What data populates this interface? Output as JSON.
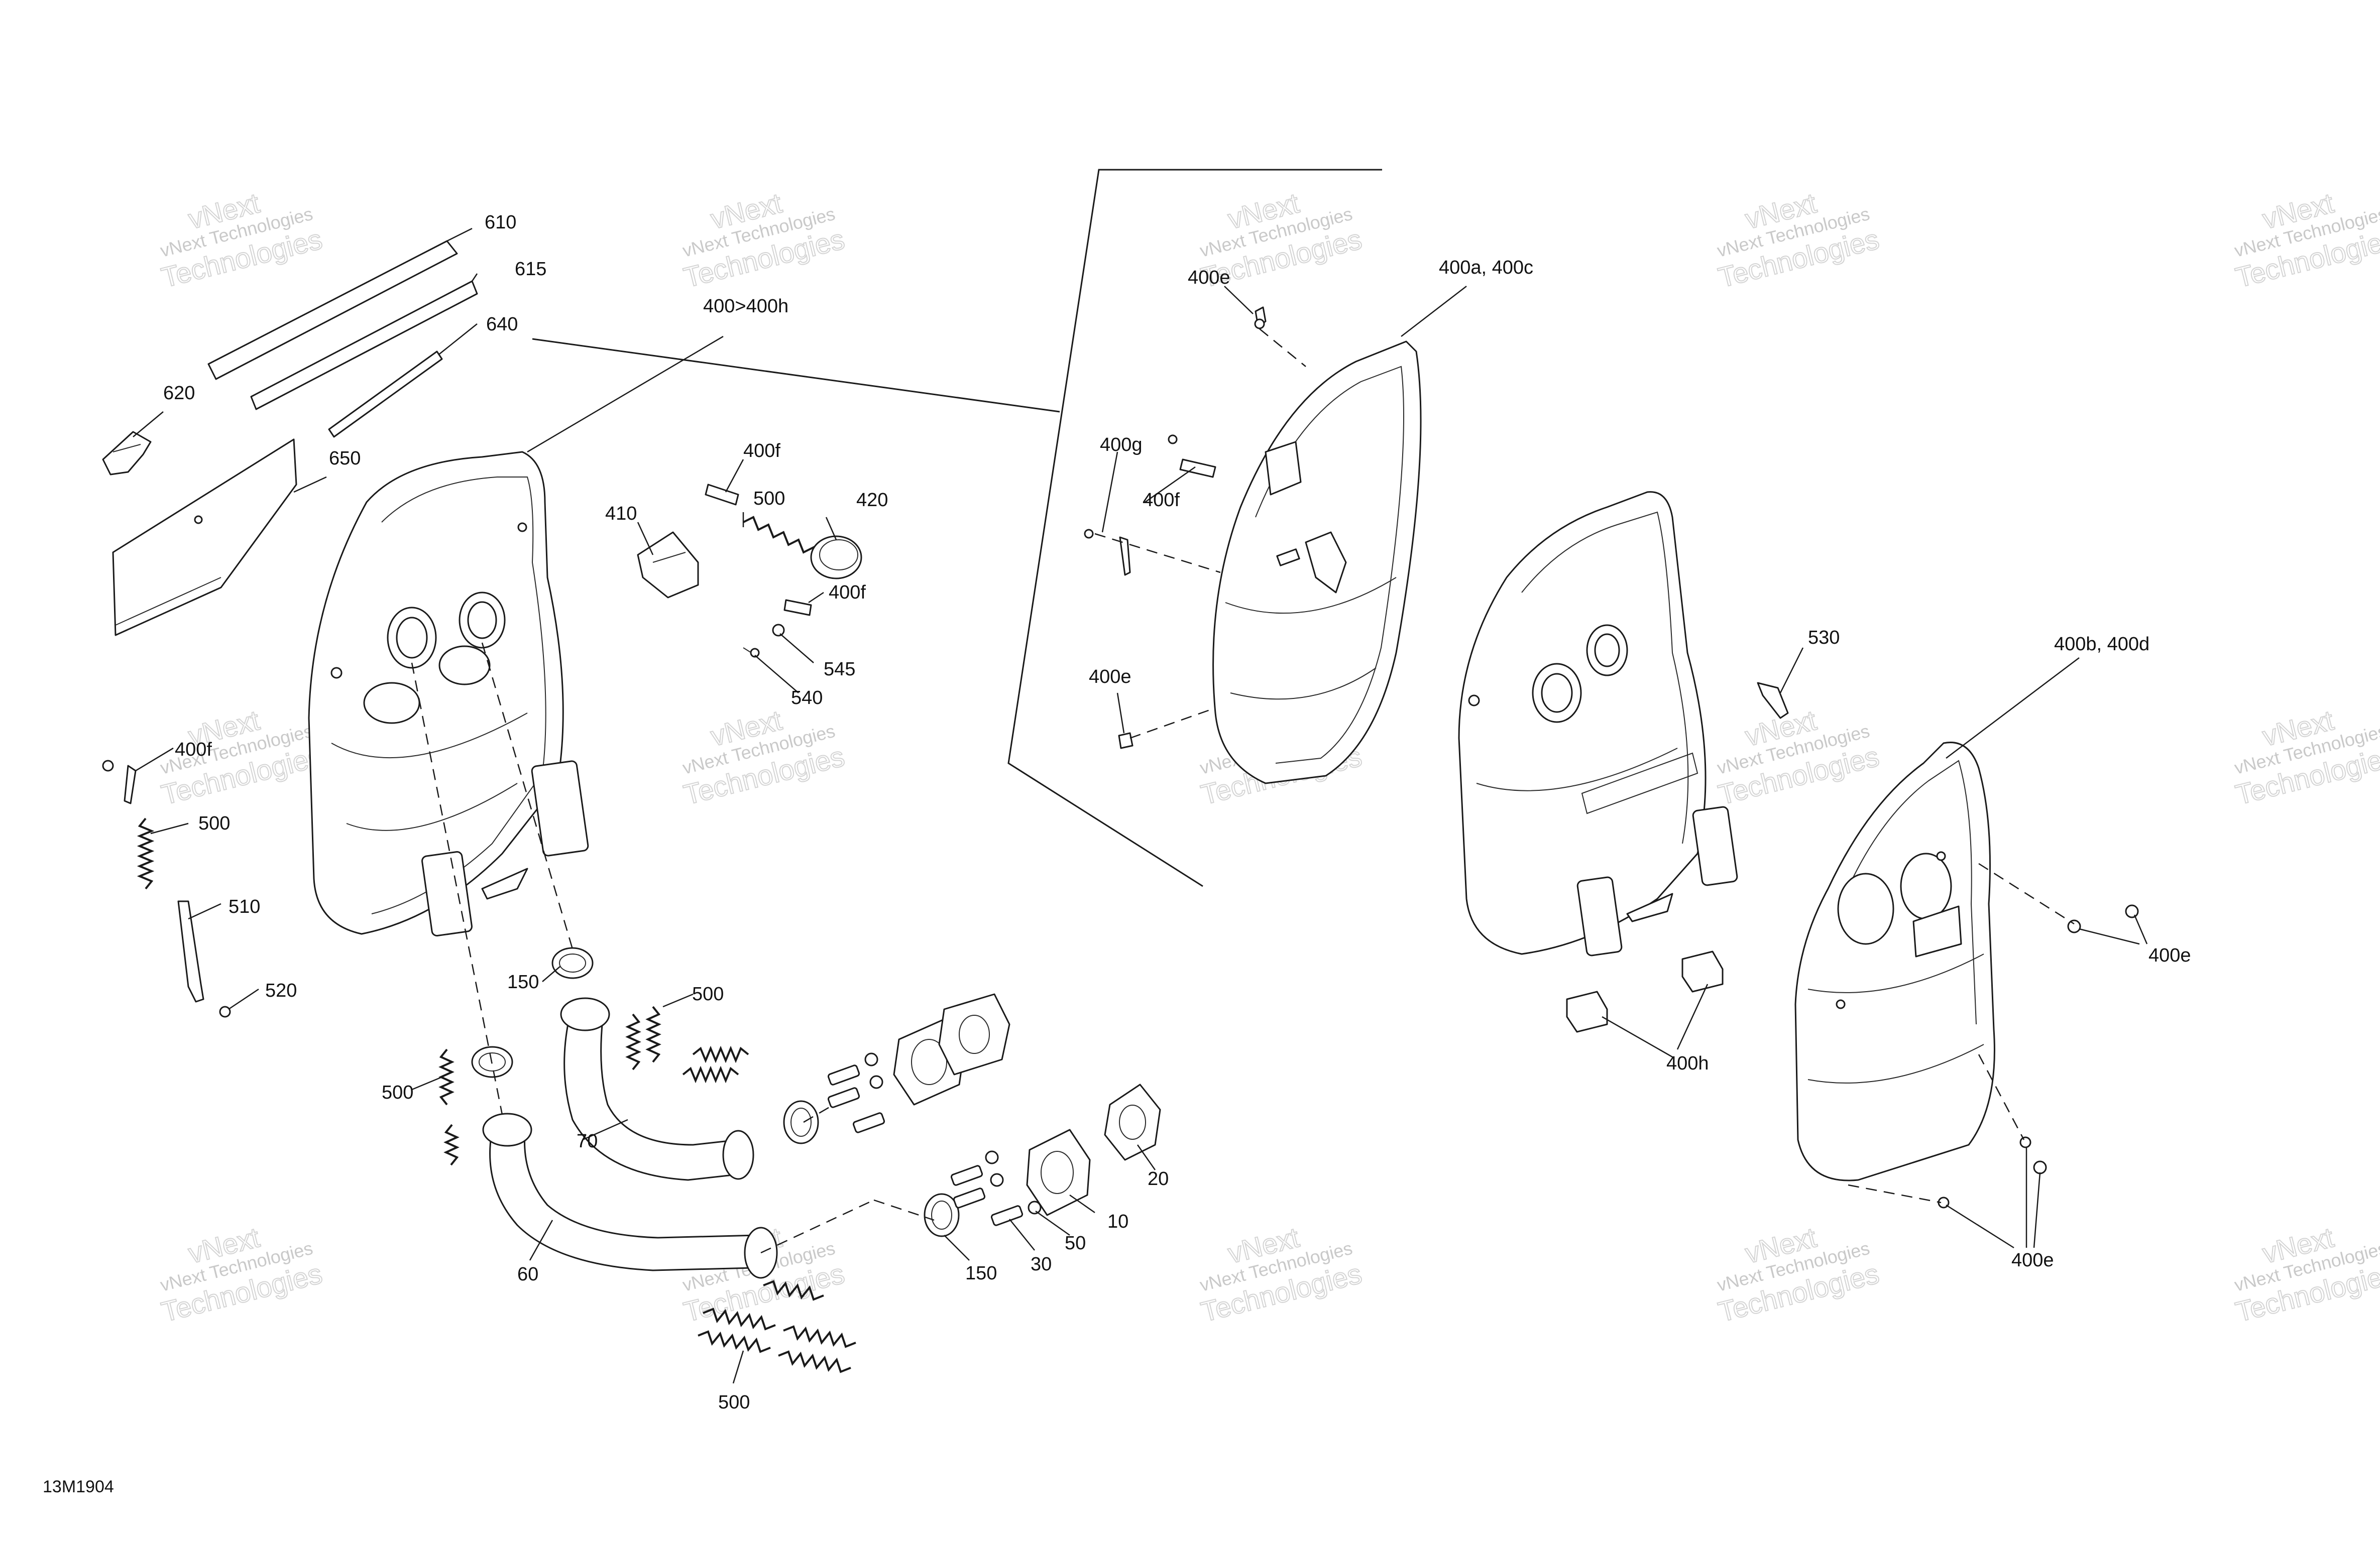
{
  "figure_id": "13M1904",
  "watermark": {
    "line1": "vNext",
    "line2": "vNext Technologies",
    "line3": "Technologies"
  },
  "callouts": {
    "c610": "610",
    "c615": "615",
    "c640": "640",
    "c620": "620",
    "c650": "650",
    "c400_400h": "400>400h",
    "c400f_a": "400f",
    "c500_a": "500",
    "c420": "420",
    "c410": "410",
    "c400f_b": "400f",
    "c545": "545",
    "c540": "540",
    "c400f_c": "400f",
    "c500_b": "500",
    "c510": "510",
    "c520": "520",
    "c150_a": "150",
    "c500_c": "500",
    "c500_d": "500",
    "c70": "70",
    "c60": "60",
    "c500_e": "500",
    "c20": "20",
    "c10": "10",
    "c50": "50",
    "c30": "30",
    "c150_b": "150",
    "c400e_a": "400e",
    "c400a_400c": "400a, 400c",
    "c400g": "400g",
    "c400f_d": "400f",
    "c400e_b": "400e",
    "c530": "530",
    "c400b_400d": "400b, 400d",
    "c400e_c": "400e",
    "c400h": "400h",
    "c400e_d": "400e"
  }
}
